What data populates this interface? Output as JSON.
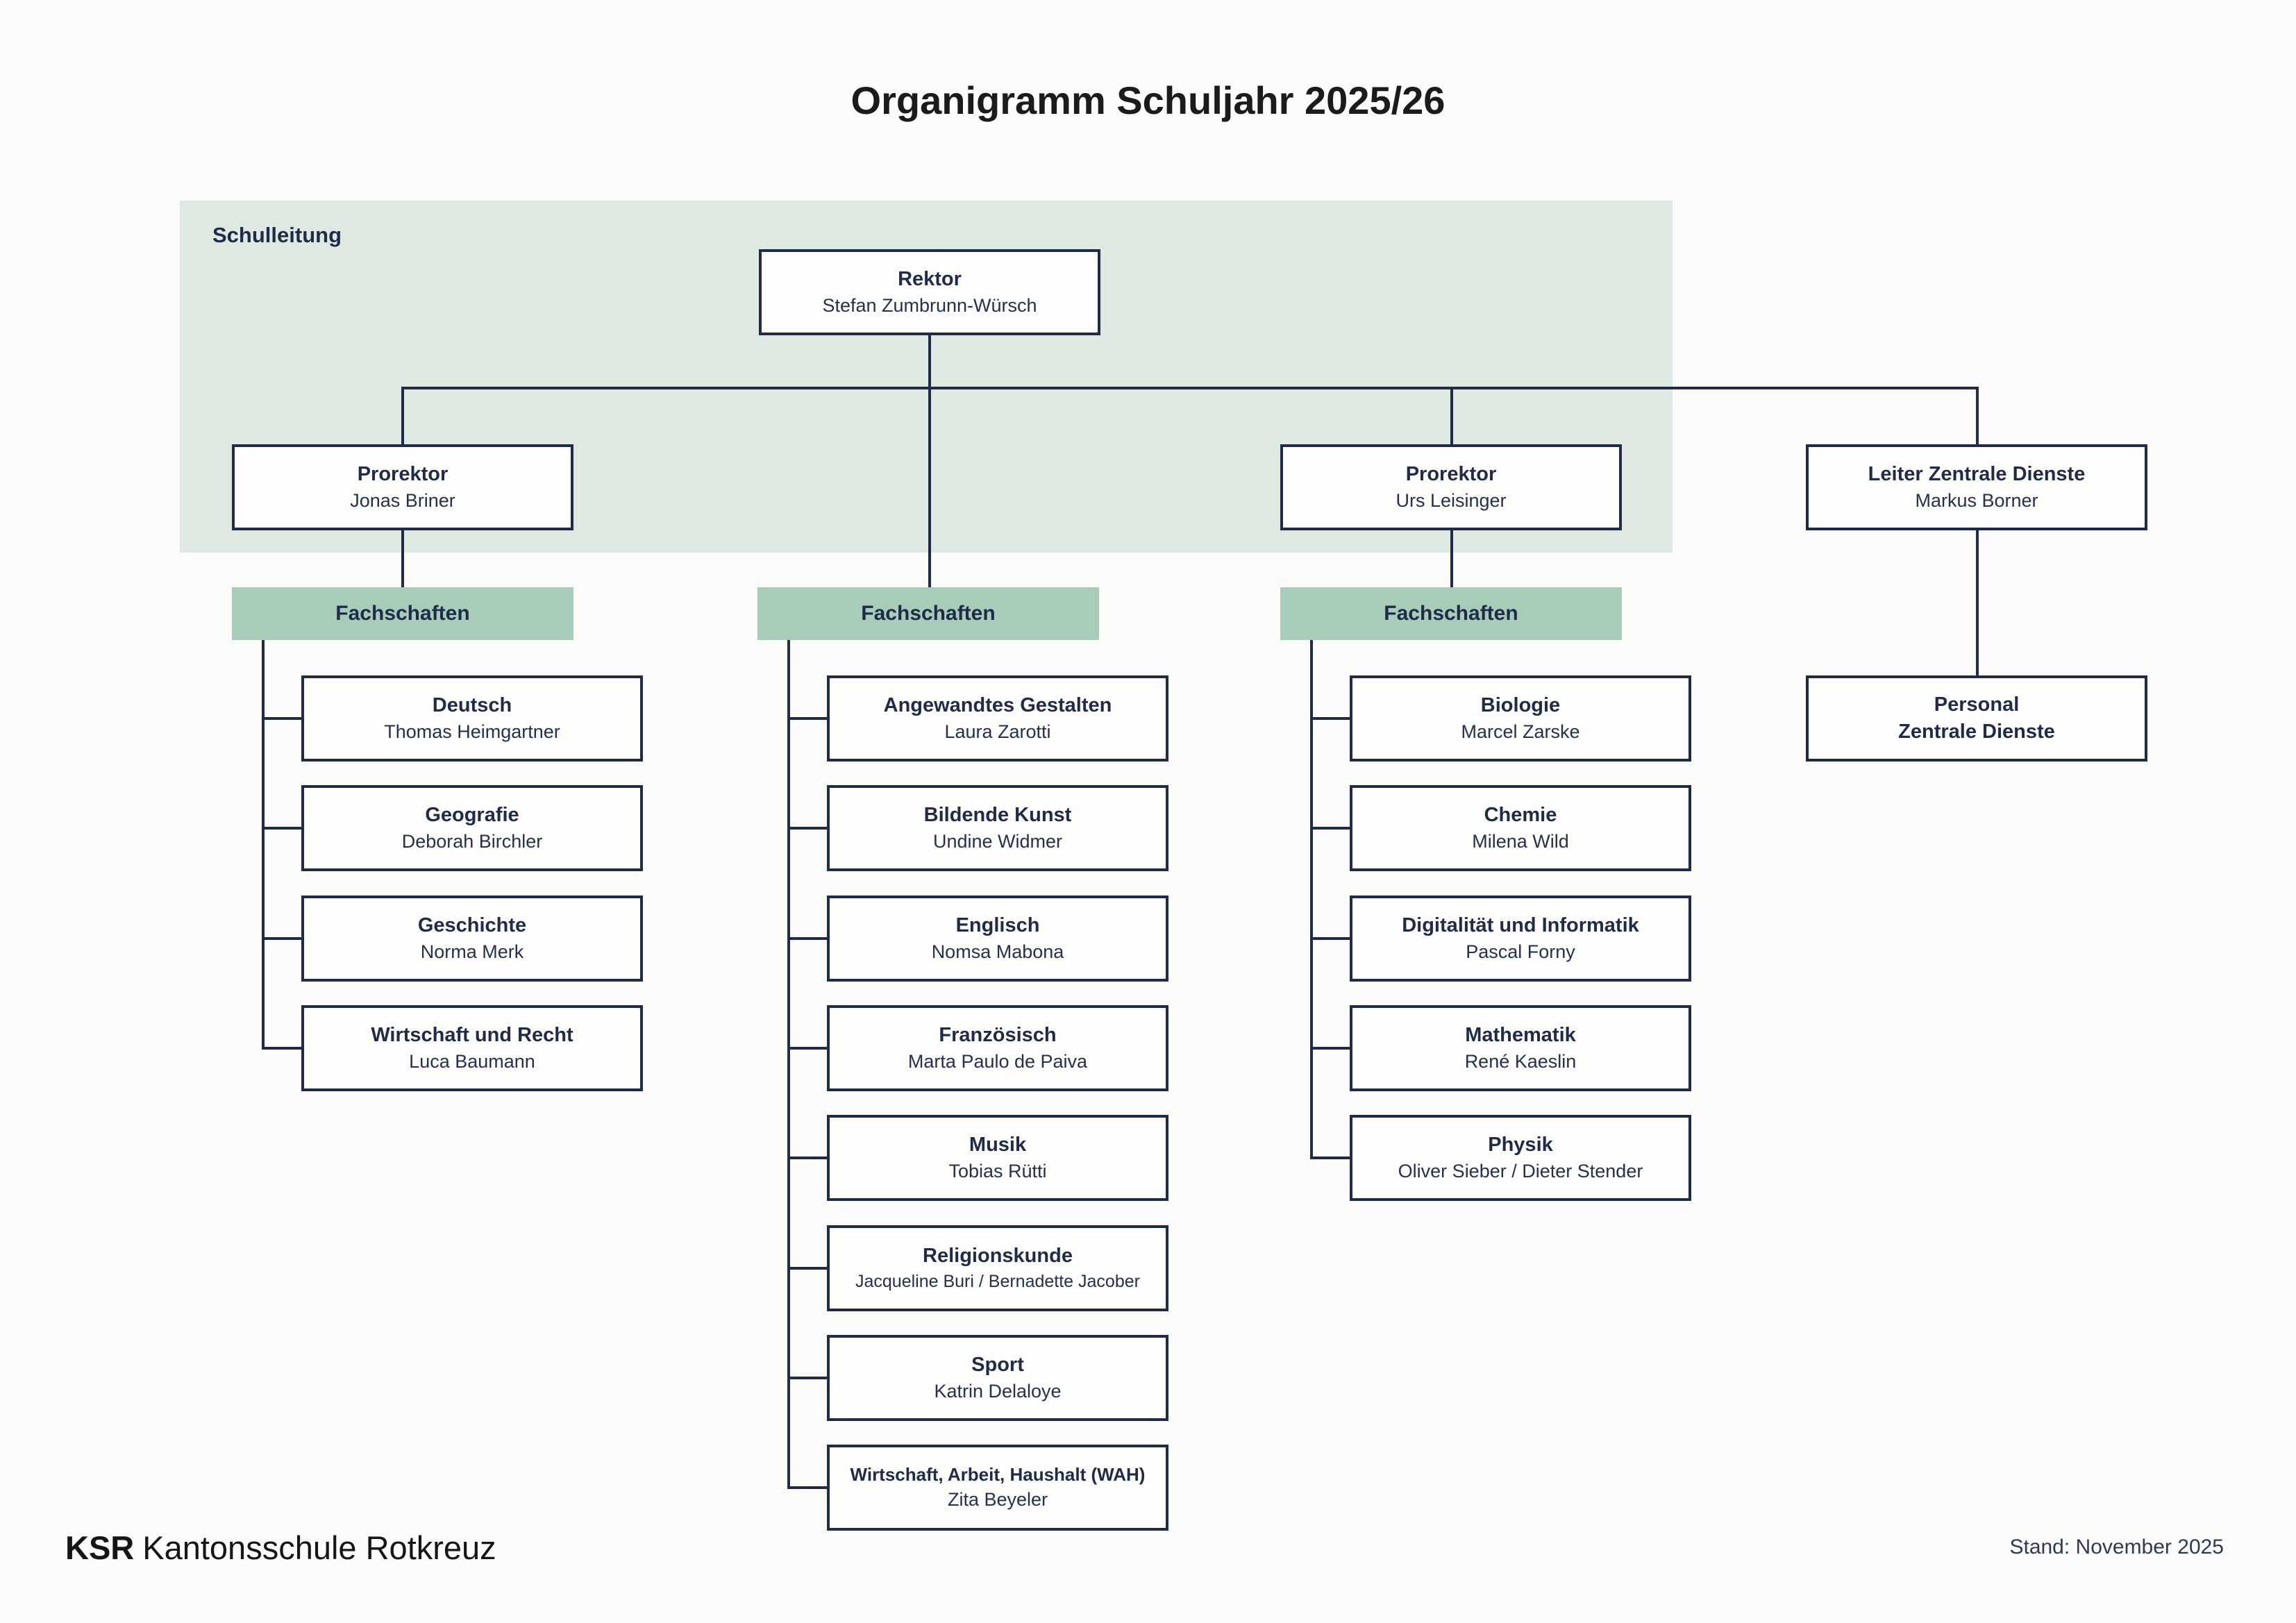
{
  "page": {
    "title": "Organigramm Schuljahr 2025/26",
    "stand": "Stand: November 2025",
    "brand": {
      "abbr": "KSR",
      "name": "Kantonsschule Rotkreuz"
    }
  },
  "colors": {
    "panel_green": "#dde9e1",
    "header_green": "#a7ccb7",
    "navy": "#1f2b49"
  },
  "schulleitung": {
    "label": "Schulleitung",
    "rektor": {
      "role": "Rektor",
      "name": "Stefan Zumbrunn-Würsch"
    },
    "prorektor_1": {
      "role": "Prorektor",
      "name": "Jonas Briner"
    },
    "prorektor_2": {
      "role": "Prorektor",
      "name": "Urs Leisinger"
    },
    "leiter_zentrale_dienste": {
      "role": "Leiter Zentrale Dienste",
      "name": "Markus Borner"
    }
  },
  "personal": {
    "line1": "Personal",
    "line2": "Zentrale Dienste"
  },
  "columns": [
    {
      "header": "Fachschaften",
      "items": [
        {
          "subject": "Deutsch",
          "name": "Thomas Heimgartner"
        },
        {
          "subject": "Geografie",
          "name": "Deborah Birchler"
        },
        {
          "subject": "Geschichte",
          "name": "Norma Merk"
        },
        {
          "subject": "Wirtschaft und Recht",
          "name": "Luca Baumann"
        }
      ]
    },
    {
      "header": "Fachschaften",
      "items": [
        {
          "subject": "Angewandtes Gestalten",
          "name": "Laura Zarotti"
        },
        {
          "subject": "Bildende Kunst",
          "name": "Undine Widmer"
        },
        {
          "subject": "Englisch",
          "name": "Nomsa Mabona"
        },
        {
          "subject": "Französisch",
          "name": "Marta Paulo de Paiva"
        },
        {
          "subject": "Musik",
          "name": "Tobias Rütti"
        },
        {
          "subject": "Religionskunde",
          "name": "Jacqueline Buri / Bernadette Jacober"
        },
        {
          "subject": "Sport",
          "name": "Katrin Delaloye"
        },
        {
          "subject": "Wirtschaft, Arbeit, Haushalt (WAH)",
          "name": "Zita Beyeler"
        }
      ]
    },
    {
      "header": "Fachschaften",
      "items": [
        {
          "subject": "Biologie",
          "name": "Marcel Zarske"
        },
        {
          "subject": "Chemie",
          "name": "Milena Wild"
        },
        {
          "subject": "Digitalität und Informatik",
          "name": "Pascal Forny"
        },
        {
          "subject": "Mathematik",
          "name": "René Kaeslin"
        },
        {
          "subject": "Physik",
          "name": "Oliver Sieber / Dieter Stender"
        }
      ]
    }
  ]
}
